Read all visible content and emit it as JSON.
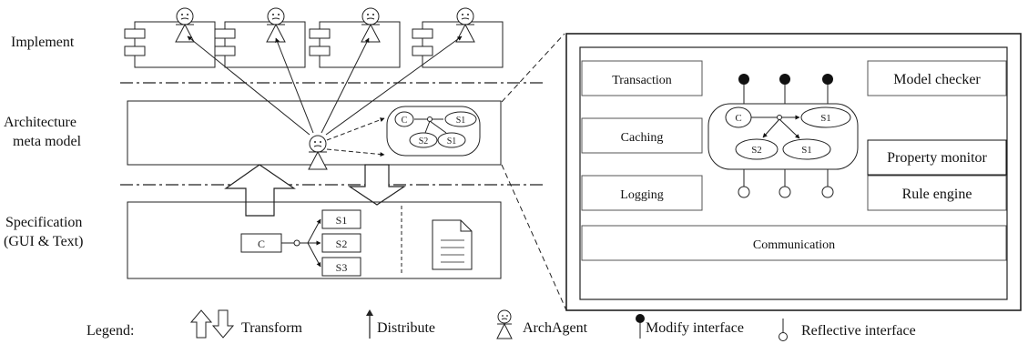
{
  "layers": {
    "implement": "Implement",
    "architecture_line1": "Architecture",
    "architecture_line2": "meta model",
    "specification_line1": "Specification",
    "specification_line2": "(GUI & Text)"
  },
  "nodes": {
    "c": "C",
    "s1": "S1",
    "s2": "S2",
    "s3": "S3"
  },
  "detail": {
    "transaction": "Transaction",
    "caching": "Caching",
    "logging": "Logging",
    "model_checker": "Model checker",
    "property_monitor": "Property monitor",
    "rule_engine": "Rule engine",
    "communication": "Communication"
  },
  "legend": {
    "title": "Legend:",
    "transform": "Transform",
    "distribute": "Distribute",
    "archagent": "ArchAgent",
    "modify_interface": "Modify interface",
    "reflective_interface": "Reflective interface"
  },
  "icons": {
    "agent": "archagent-smiley-icon",
    "component": "uml-component-icon",
    "document": "document-icon",
    "transform": "transform-arrows-icon",
    "distribute": "distribute-arrow-icon",
    "modify": "modify-interface-icon",
    "reflective": "reflective-interface-icon"
  }
}
